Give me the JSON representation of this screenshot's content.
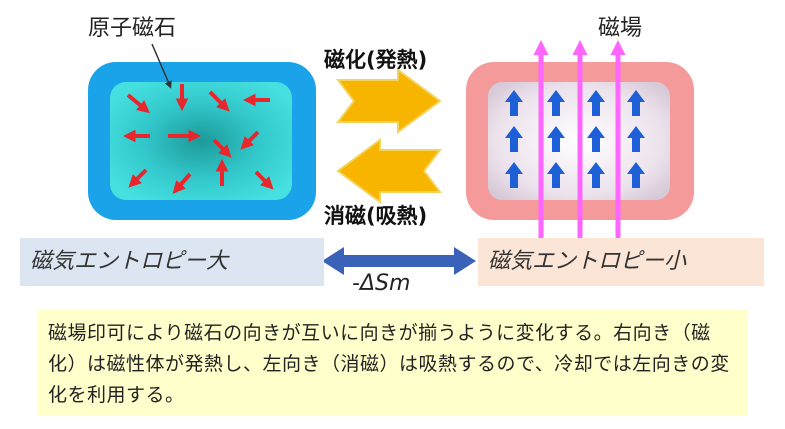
{
  "labels": {
    "atomic_magnet": "原子磁石",
    "magnetic_field": "磁場",
    "magnetization": "磁化(発熱)",
    "demagnetization": "消磁(吸熱)",
    "entropy_large": "磁気エントロピー大",
    "entropy_small": "磁気エントロピー小",
    "delta_s": "-ΔSm"
  },
  "description": "磁場印可により磁石の向きが互いに向きが揃うように変化する。右向き（磁化）は磁性体が発熱し、左向き（消磁）は吸熱するので、冷却では左向きの変化を利用する。",
  "colors": {
    "left_outer": "#1aa3e8",
    "left_inner": "#3fd6d6",
    "right_outer": "#f49a9a",
    "right_inner": "#e8e0ec",
    "red_arrow": "#e8262b",
    "blue_arrow": "#1c5fd6",
    "field_line": "#ff66ff",
    "process_arrow": "#f7b500",
    "double_arrow": "#3a62b8"
  }
}
